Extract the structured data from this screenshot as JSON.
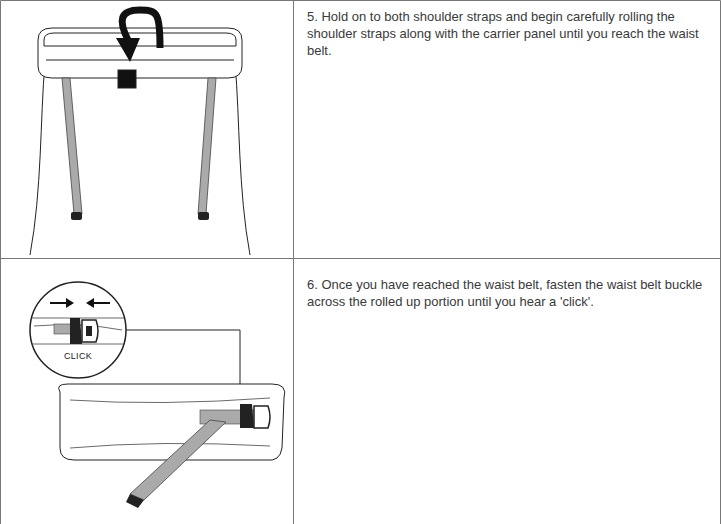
{
  "diagram": {
    "labels": [
      "5. Hold on to both shoulder straps and begin carefully rolling the shoulder straps along with the carrier panel until you reach the waist belt.",
      "6. Once you have reached the waist belt, fasten the waist belt buckle across the rolled up portion until you hear a 'click'.",
      "CLICK"
    ]
  }
}
